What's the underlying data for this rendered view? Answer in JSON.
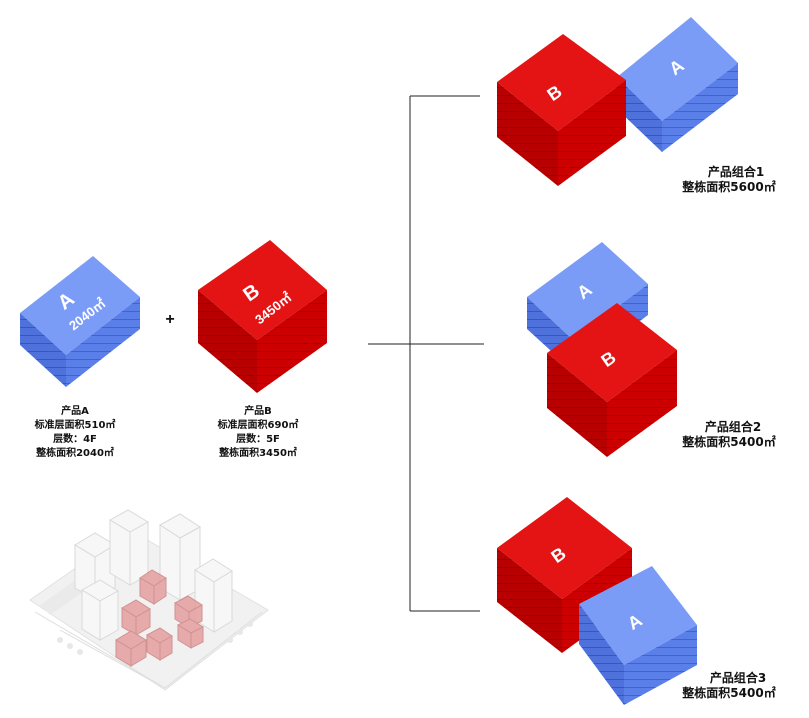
{
  "colors": {
    "blue": "#7597f5",
    "red": "#e30c0c",
    "line": "#222222"
  },
  "product_a": {
    "letter": "A",
    "area_label": "2040㎡",
    "caption": [
      "产品A",
      "标准层面积510㎡",
      "层数：4F",
      "整栋面积2040㎡"
    ]
  },
  "product_b": {
    "letter": "B",
    "area_label": "3450㎡",
    "caption": [
      "产品B",
      "标准层面积690㎡",
      "层数：5F",
      "整栋面积3450㎡"
    ]
  },
  "plus": "+",
  "combos": [
    {
      "a": "A",
      "b": "B",
      "title": "产品组合1",
      "area": "整栋面积5600㎡"
    },
    {
      "a": "A",
      "b": "B",
      "title": "产品组合2",
      "area": "整栋面积5400㎡"
    },
    {
      "a": "A",
      "b": "B",
      "title": "产品组合3",
      "area": "整栋面积5400㎡"
    }
  ]
}
